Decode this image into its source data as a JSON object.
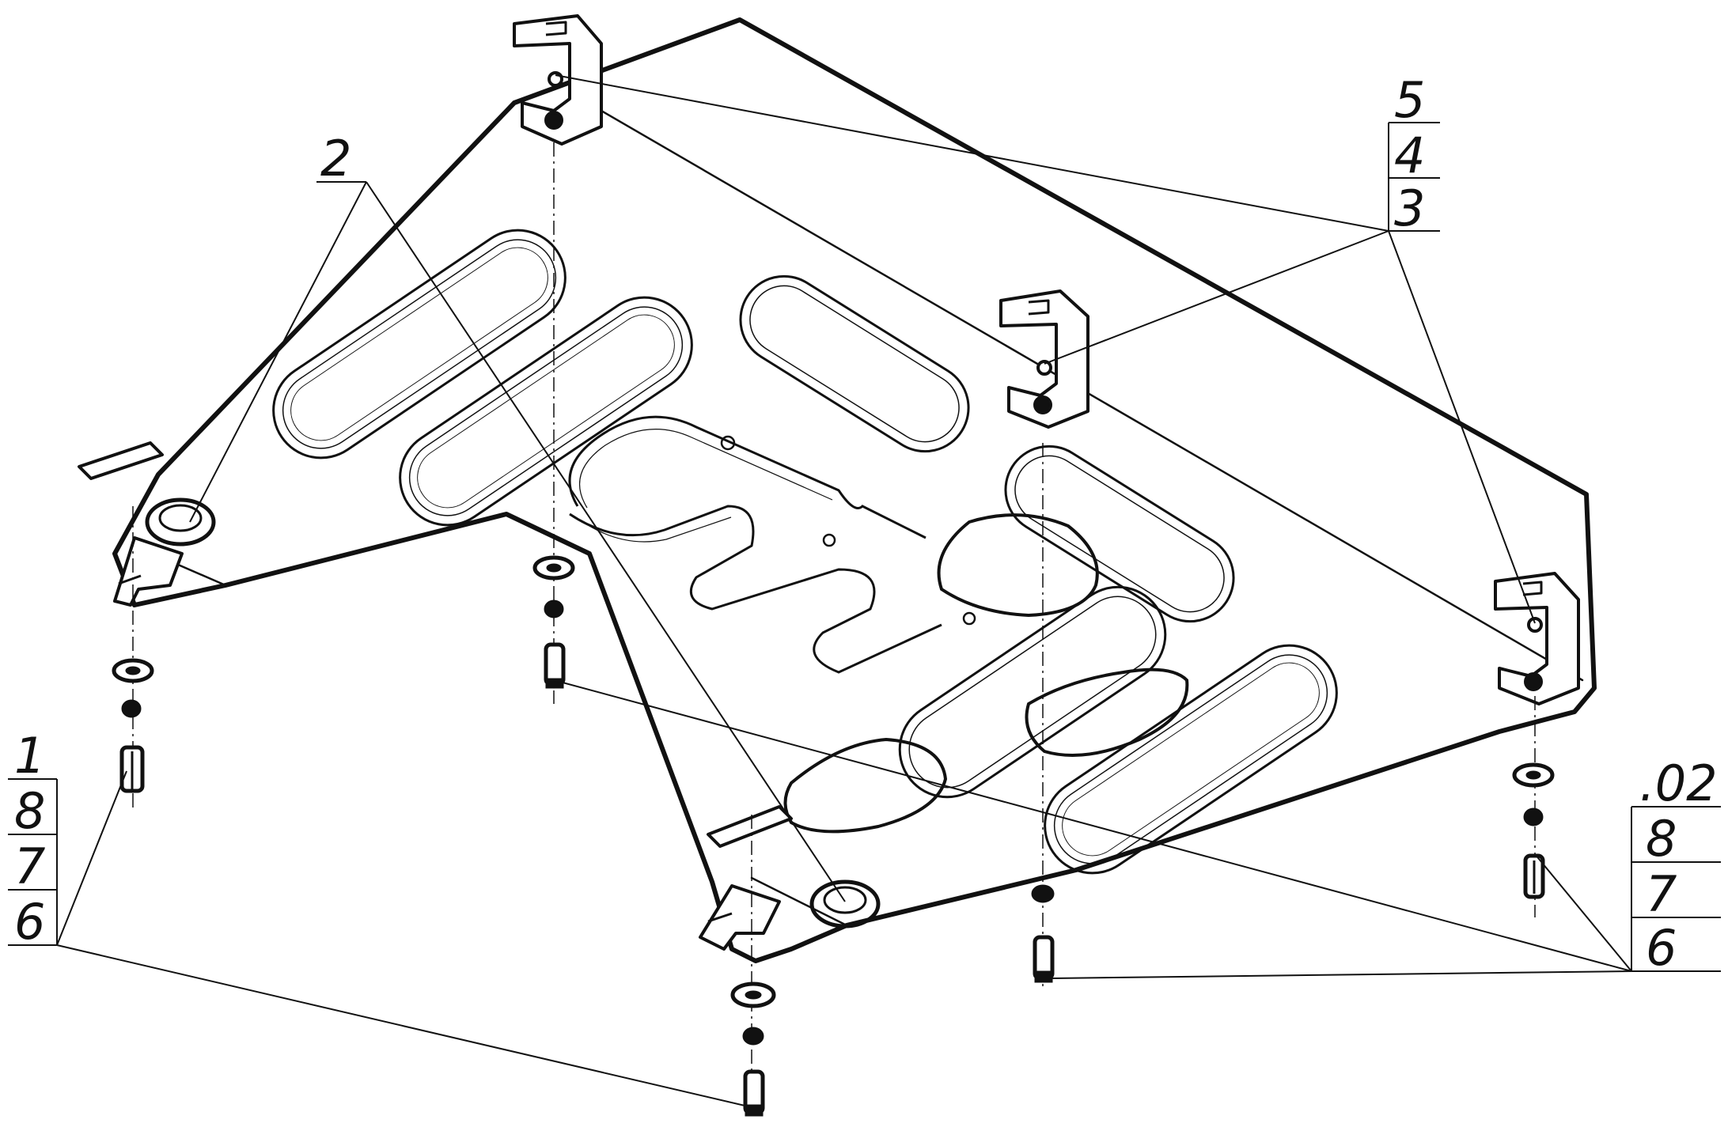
{
  "drawing": {
    "line_color": "#111111",
    "background": "#ffffff"
  },
  "callouts": {
    "part_2": "2",
    "top_right": [
      "5",
      "4",
      "3"
    ],
    "bottom_left": [
      "1",
      "8",
      "7",
      "6"
    ],
    "bottom_right": [
      ".02",
      "8",
      "7",
      "6"
    ]
  }
}
